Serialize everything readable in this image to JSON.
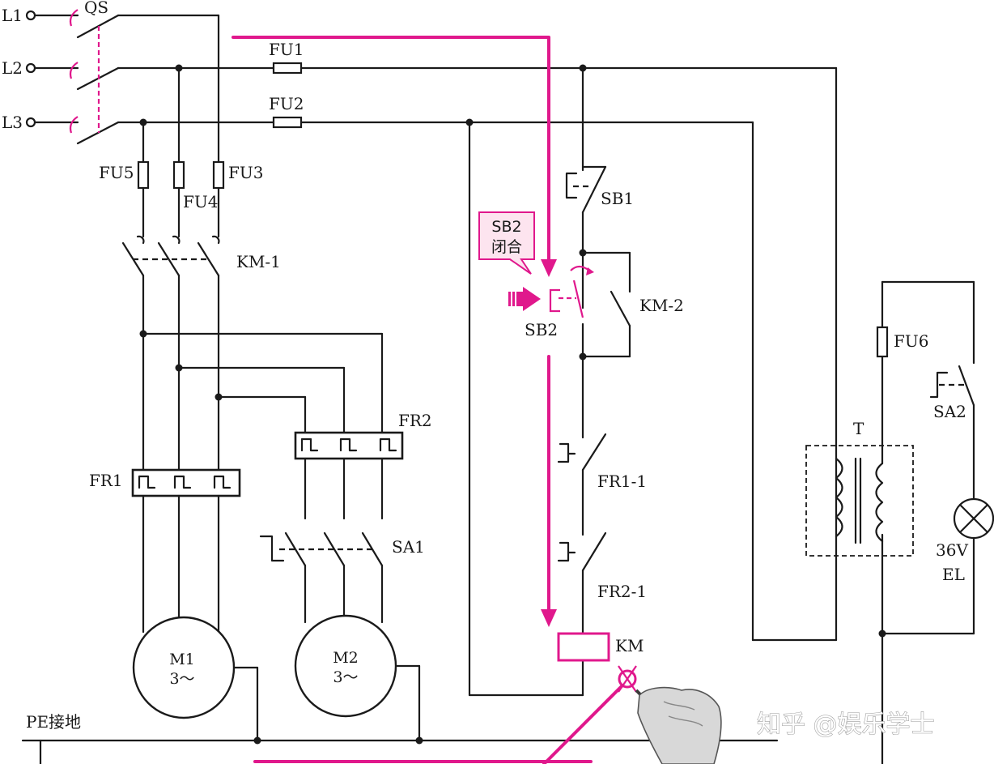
{
  "labels": {
    "l1": "L1",
    "l2": "L2",
    "l3": "L3",
    "qs": "QS",
    "fu1": "FU1",
    "fu2": "FU2",
    "fu3": "FU3",
    "fu4": "FU4",
    "fu5": "FU5",
    "fu6": "FU6",
    "km1": "KM-1",
    "km2": "KM-2",
    "km": "KM",
    "sb1": "SB1",
    "sb2": "SB2",
    "fr1": "FR1",
    "fr2": "FR2",
    "fr1_1": "FR1-1",
    "fr2_1": "FR2-1",
    "sa1": "SA1",
    "sa2": "SA2",
    "t": "T",
    "m1": "M1",
    "m2": "M2",
    "motor_rating": "3～",
    "lamp_voltage": "36V",
    "el": "EL",
    "pe": "PE接地"
  },
  "callout": {
    "line1": "SB2",
    "line2": "闭合"
  },
  "watermark": "知乎 @娱乐学士",
  "colors": {
    "wire": "#1a1a1a",
    "highlight": "#e0188c",
    "callout_fill": "#fde4ef",
    "background": "#ffffff"
  },
  "icons": {
    "push_arrow": "push-arrow-icon",
    "hand": "hand-pen-icon",
    "lamp": "lamp-icon"
  }
}
